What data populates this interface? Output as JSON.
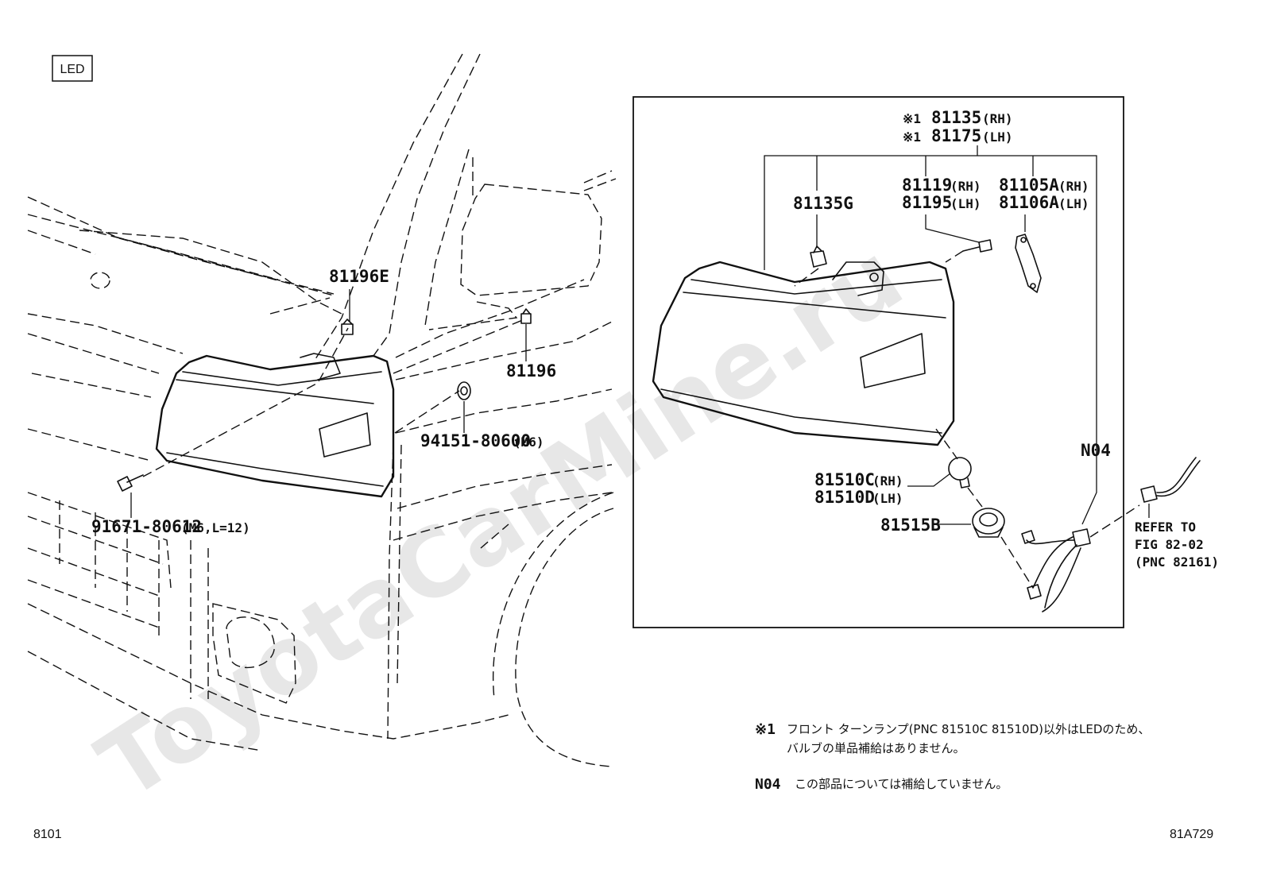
{
  "badge": "LED",
  "watermark": "ToyotaCarMine.ru",
  "left_labels": {
    "clip_81196E": "81196E",
    "clip_81196": "81196",
    "nut": "94151-80600",
    "nut_size": "(M6)",
    "bolt": "91671-80612",
    "bolt_size": "(M6,L=12)"
  },
  "inset": {
    "note1_ref": "※1",
    "note1_ref_b": "※1",
    "assy_rh": "81135",
    "assy_rh_side": "(RH)",
    "assy_lh": "81175",
    "assy_lh_side": "(LH)",
    "clip": "81135G",
    "screw_rh": "81119",
    "screw_rh_side": "(RH)",
    "screw_lh": "81195",
    "screw_lh_side": "(LH)",
    "bracket_rh": "81105A",
    "bracket_rh_side": "(RH)",
    "bracket_lh": "81106A",
    "bracket_lh_side": "(LH)",
    "bulb_rh": "81510C",
    "bulb_rh_side": "(RH)",
    "bulb_lh": "81510D",
    "bulb_lh_side": "(LH)",
    "socket": "81515B",
    "harness": "N04",
    "refer_line1": "REFER TO",
    "refer_line2": "FIG 82-02",
    "refer_line3": "(PNC 82161)"
  },
  "notes": {
    "n1_mark": "※1",
    "n1_text_line1": "フロント ターンランプ(PNC 81510C 81510D)以外はLEDのため、",
    "n1_text_line2": "バルブの単品補給はありません。",
    "n2_mark": "N04",
    "n2_text": "この部品については補給していません。"
  },
  "footer": {
    "left": "8101",
    "right": "81A729"
  }
}
